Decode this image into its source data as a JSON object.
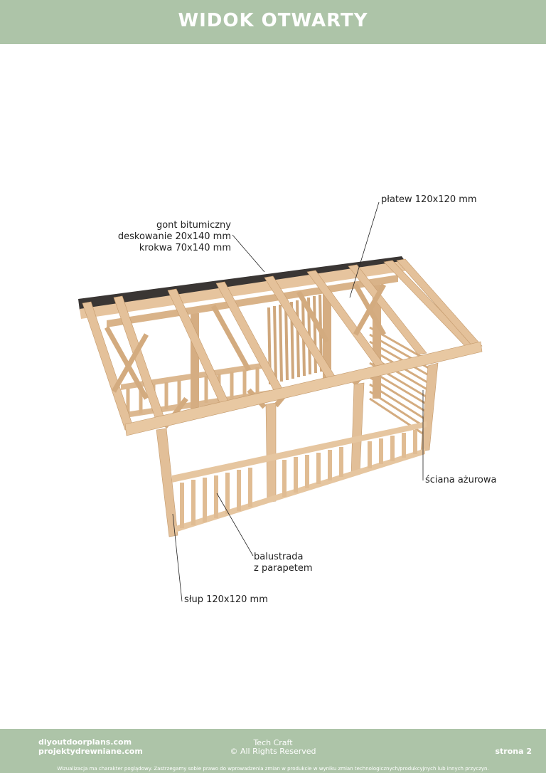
{
  "header": {
    "title": "WIDOK OTWARTY"
  },
  "labels": {
    "roof_lines": [
      "gont bitumiczny",
      "deskowanie 20x140 mm",
      "krokwa 70x140 mm"
    ],
    "purlin": "płatew 120x120 mm",
    "lattice_wall": "ściana ażurowa",
    "balustrade_lines": [
      "balustrada",
      "z parapetem"
    ],
    "post": "słup 120x120 mm"
  },
  "footer": {
    "site1": "diyoutdoorplans.com",
    "site2": "projektydrewniane.com",
    "brand": "Tech Craft",
    "rights": "© All Rights Reserved",
    "page": "strona 2",
    "disclaimer": "Wizualizacja ma charakter poglądowy. Zastrzegamy sobie prawo do wprowadzenia zmian w produkcie w wyniku zmian technologicznych/produkcyjnych lub innych przyczyn."
  },
  "colors": {
    "header_bg": "#adc4a8",
    "wood": "#e2bf98",
    "wood_dark": "#c49a6c",
    "roof": "#3a3634",
    "text": "#222222"
  }
}
